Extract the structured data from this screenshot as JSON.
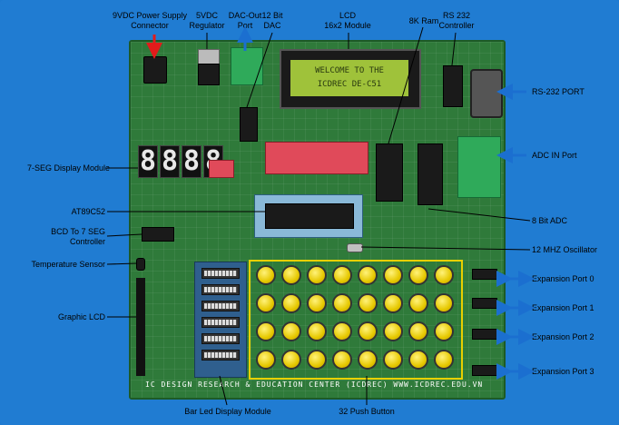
{
  "labels": {
    "power": [
      "9VDC Power Supply",
      "Connector"
    ],
    "regulator": [
      "5VDC",
      "Regulator"
    ],
    "dac_out": [
      "DAC-Out",
      "Port"
    ],
    "dac": [
      "12 Bit",
      "DAC"
    ],
    "lcd": [
      "LCD",
      "16x2 Module"
    ],
    "ram": "8K Ram",
    "rs232_controller": [
      "RS 232",
      "Controller"
    ],
    "rs232_port": "RS-232 PORT",
    "seg7": "7-SEG Display Module",
    "adc_in": "ADC IN Port",
    "at89": "AT89C52",
    "bcd": [
      "BCD To 7 SEG",
      "Controller"
    ],
    "adc8": "8 Bit ADC",
    "temp": "Temperature Sensor",
    "osc": "12 MHZ Oscillator",
    "exp0": "Expansion Port 0",
    "exp1": "Expansion Port 1",
    "exp2": "Expansion Port 2",
    "exp3": "Expansion Port 3",
    "glcd": "Graphic LCD",
    "barled": "Bar Led Display Module",
    "push": "32 Push Button"
  },
  "lcd_text": [
    "WELCOME TO THE",
    "ICDREC DE-C51"
  ],
  "seg_digits": [
    "8",
    "8",
    "8",
    "8"
  ],
  "footer": "IC DESIGN RESEARCH & EDUCATION CENTER (ICDREC)   WWW.ICDREC.EDU.VN",
  "colors": {
    "background": "#207cd2",
    "pcb": "#2f7a3a",
    "button": "#f2de1c",
    "arrow_red": "#e21b1b",
    "arrow_blue": "#1b6fd0"
  }
}
